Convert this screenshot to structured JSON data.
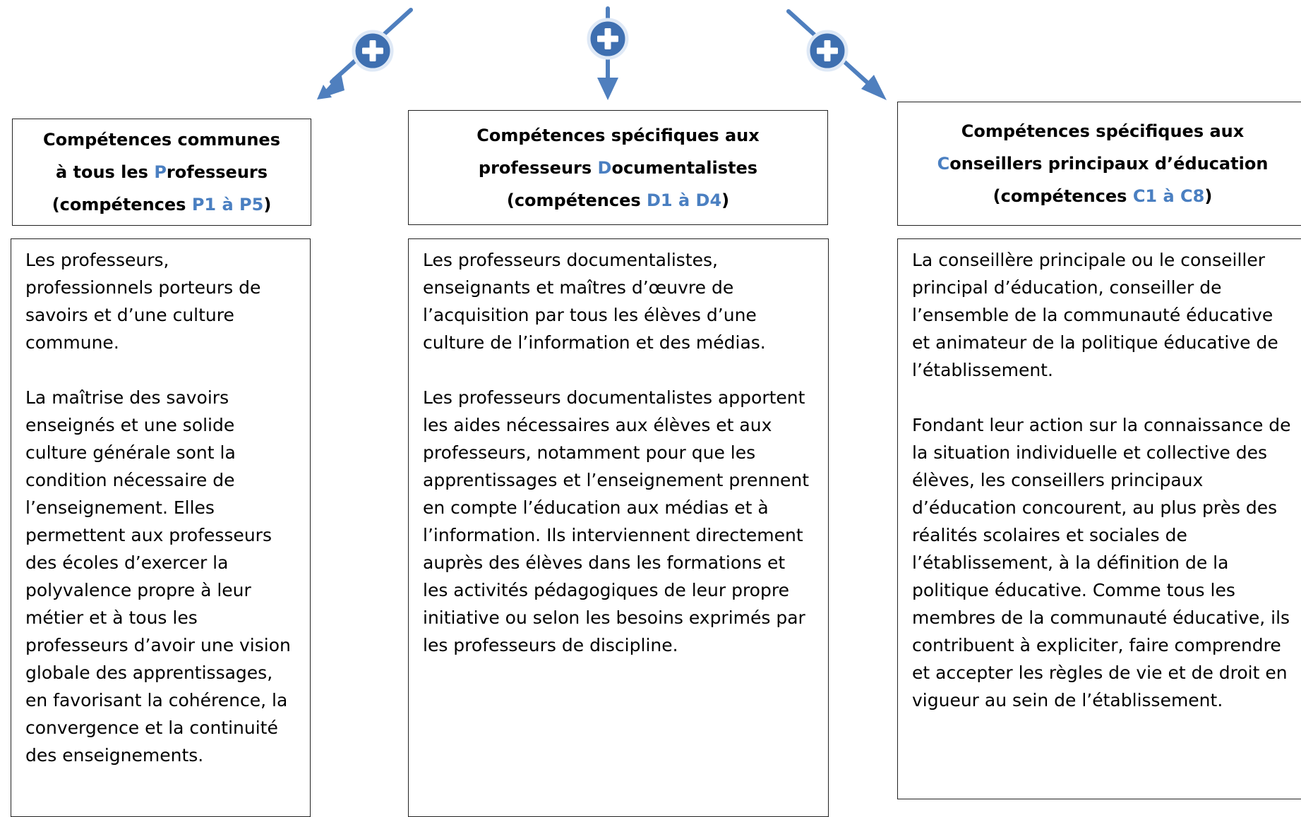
{
  "colors": {
    "accent": "#4a7fc1",
    "arrow": "#4f7fbe",
    "plus_fill": "#3e6fb0",
    "border": "#222222"
  },
  "icons": [
    "plus-circle-icon",
    "arrow-icon"
  ],
  "columns": [
    {
      "title": {
        "l1": "Compétences communes",
        "l2a": "à tous les ",
        "l2b": "P",
        "l2c": "rofesseurs",
        "l3a": "(compétences ",
        "l3b": "P1 à P5",
        "l3c": ")"
      },
      "paragraphs": [
        "Les professeurs, professionnels porteurs de savoirs et d’une culture commune.",
        "La maîtrise des savoirs enseignés et une solide culture générale sont la condition nécessaire de l’enseignement. Elles permettent aux professeurs des écoles d’exercer la polyvalence propre à leur métier et à tous les professeurs d’avoir une vision globale des apprentissages, en favorisant la cohérence, la convergence et la continuité des enseignements."
      ]
    },
    {
      "title": {
        "l1": "Compétences spécifiques aux",
        "l2a": "professeurs ",
        "l2b": "D",
        "l2c": "ocumentalistes",
        "l3a": "(compétences ",
        "l3b": "D1 à D4",
        "l3c": ")"
      },
      "paragraphs": [
        "Les professeurs documentalistes, enseignants et maîtres d’œuvre de l’acquisition par tous les élèves d’une culture de l’information et des médias.",
        "Les professeurs documentalistes apportent les aides nécessaires aux élèves et aux professeurs, notamment pour que les apprentissages et l’enseignement prennent en compte l’éducation aux médias et à l’information. Ils interviennent directement auprès des élèves dans les formations et les activités pédagogiques de leur propre initiative ou selon les besoins exprimés par les professeurs de discipline."
      ]
    },
    {
      "title": {
        "l1": "Compétences spécifiques aux",
        "l2a": "",
        "l2b": "C",
        "l2c": "onseillers principaux d’éducation",
        "l3a": "(compétences ",
        "l3b": "C1 à C8",
        "l3c": ")"
      },
      "paragraphs": [
        "La conseillère principale ou le conseiller principal d’éducation, conseiller de l’ensemble de la communauté éducative et animateur de la politique éducative de l’établissement.",
        "Fondant leur action sur la connaissance de la situation individuelle et collective des élèves, les conseillers principaux d’éducation concourent, au plus près des réalités scolaires et sociales de l’établissement, à la définition de la politique éducative. Comme tous les membres de la communauté éducative, ils contribuent à expliciter, faire comprendre et accepter les règles de vie et de droit en vigueur au sein de l’établissement."
      ]
    }
  ]
}
